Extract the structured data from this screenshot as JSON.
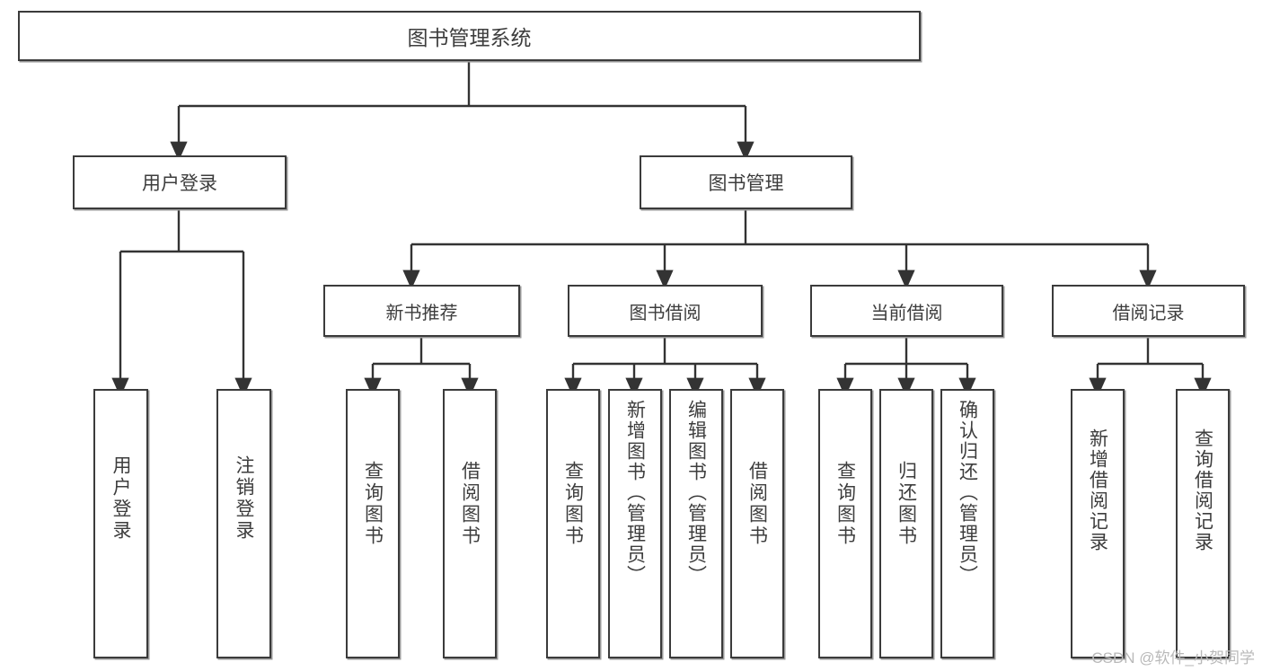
{
  "diagram": {
    "title": "图书管理系统",
    "type": "hierarchy-tree",
    "root": {
      "id": "root",
      "label": "图书管理系统"
    },
    "level2": [
      {
        "id": "user-login",
        "label": "用户登录"
      },
      {
        "id": "book-manage",
        "label": "图书管理"
      }
    ],
    "level3": [
      {
        "id": "new-book-rec",
        "label": "新书推荐",
        "parent": "book-manage"
      },
      {
        "id": "book-borrow",
        "label": "图书借阅",
        "parent": "book-manage"
      },
      {
        "id": "current-borrow",
        "label": "当前借阅",
        "parent": "book-manage"
      },
      {
        "id": "borrow-record",
        "label": "借阅记录",
        "parent": "book-manage"
      }
    ],
    "leaves": [
      {
        "id": "leaf-user-login",
        "label": "用户登录",
        "parent": "user-login"
      },
      {
        "id": "leaf-logout",
        "label": "注销登录",
        "parent": "user-login"
      },
      {
        "id": "leaf-query-book-1",
        "label": "查询图书",
        "parent": "new-book-rec"
      },
      {
        "id": "leaf-borrow-book-1",
        "label": "借阅图书",
        "parent": "new-book-rec"
      },
      {
        "id": "leaf-query-book-2",
        "label": "查询图书",
        "parent": "book-borrow"
      },
      {
        "id": "leaf-add-book",
        "label": "新增图书（管理员）",
        "parent": "book-borrow"
      },
      {
        "id": "leaf-edit-book",
        "label": "编辑图书（管理员）",
        "parent": "book-borrow"
      },
      {
        "id": "leaf-borrow-book-2",
        "label": "借阅图书",
        "parent": "book-borrow"
      },
      {
        "id": "leaf-query-book-3",
        "label": "查询图书",
        "parent": "current-borrow"
      },
      {
        "id": "leaf-return-book",
        "label": "归还图书",
        "parent": "current-borrow"
      },
      {
        "id": "leaf-confirm-return",
        "label": "确认归还（管理员）",
        "parent": "current-borrow"
      },
      {
        "id": "leaf-add-record",
        "label": "新增借阅记录",
        "parent": "borrow-record"
      },
      {
        "id": "leaf-query-record",
        "label": "查询借阅记录",
        "parent": "borrow-record"
      }
    ]
  },
  "watermark": {
    "text": "CSDN @软件_小贺同学"
  },
  "colors": {
    "stroke": "#3b3b3b",
    "shadow": "#9a9a9a",
    "text": "#3d3d3d",
    "background": "#ffffff",
    "watermark": "#b9b9b9"
  }
}
